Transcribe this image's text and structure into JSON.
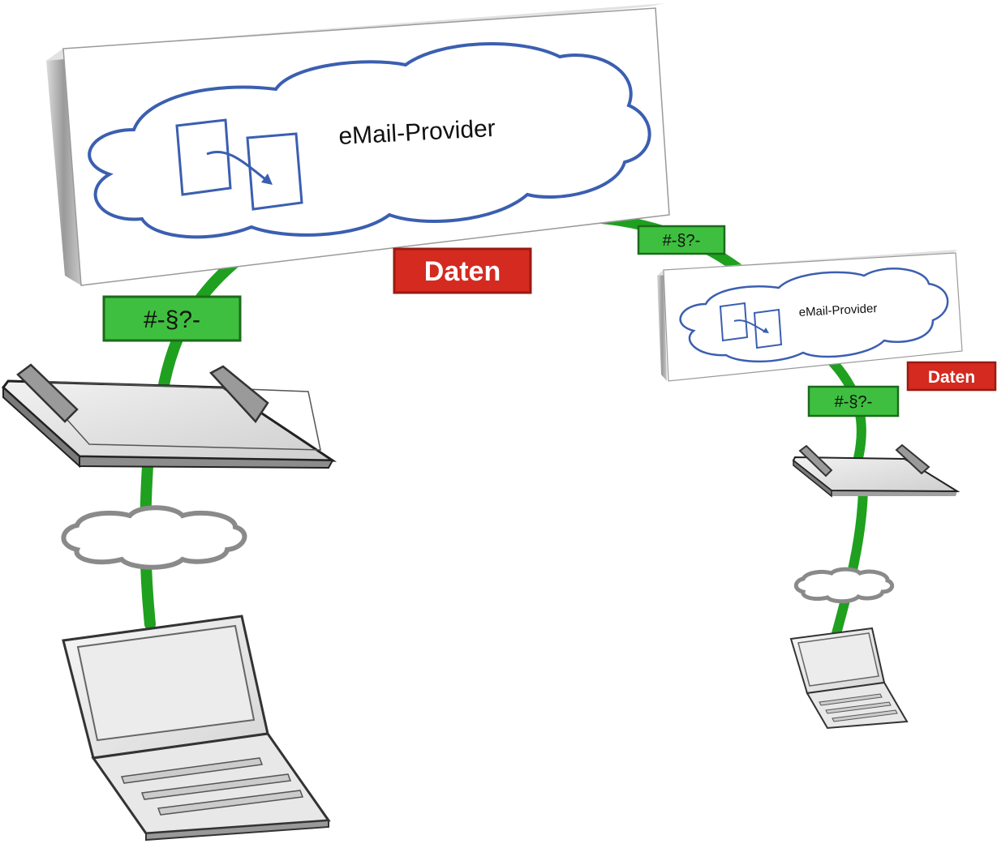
{
  "colors": {
    "link": "#1fa01f",
    "encrypted_fill": "#3fbf3f",
    "encrypted_border": "#1b6b1b",
    "daten_fill": "#d42a20",
    "daten_border": "#9a1a12",
    "cloud_blue": "#3b5fb0",
    "gray_cloud": "#8a8a8a"
  },
  "left": {
    "provider_label": "eMail-Provider",
    "encrypted_label": "#-§?-",
    "daten_label": "Daten"
  },
  "right": {
    "provider_label": "eMail-Provider",
    "encrypted_link_label": "#-§?-",
    "encrypted_label": "#-§?-",
    "daten_label": "Daten"
  }
}
